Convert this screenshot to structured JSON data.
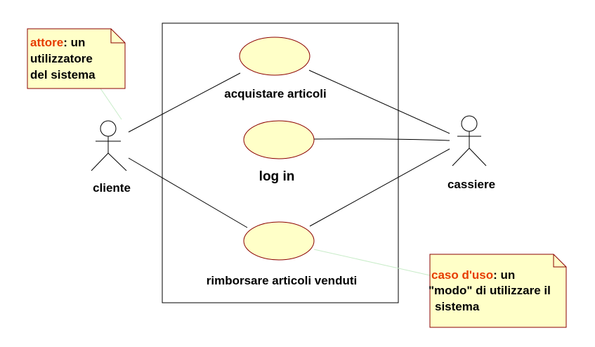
{
  "actors": {
    "cliente": {
      "label": "cliente"
    },
    "cassiere": {
      "label": "cassiere"
    }
  },
  "use_cases": {
    "acquistare": {
      "label": "acquistare articoli"
    },
    "login": {
      "label": "log in"
    },
    "rimborsare": {
      "label": "rimborsare articoli venduti"
    }
  },
  "notes": {
    "attore": {
      "keyword": "attore",
      "line1_rest": ": un",
      "line2": "utilizzatore",
      "line3": "del sistema"
    },
    "caso_uso": {
      "keyword": "caso d'uso",
      "line1_rest": ": un",
      "line2": "\"modo\" di utilizzare il",
      "line3": "sistema"
    }
  },
  "colors": {
    "use_case_fill": "#ffffc8",
    "use_case_stroke": "#8b0000",
    "note_fill": "#ffffc8",
    "note_stroke": "#8b0000",
    "note_keyword": "#e63b00",
    "anchor_line": "#c8ecc8"
  }
}
